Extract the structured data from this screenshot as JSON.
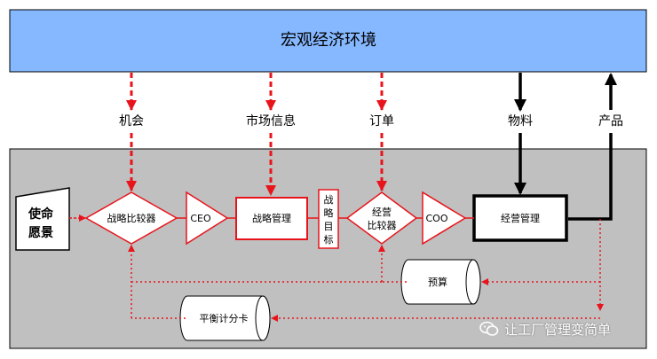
{
  "diagram": {
    "env_title": "宏观经济环境",
    "inputs": {
      "opportunity": "机会",
      "market_info": "市场信息",
      "orders": "订单",
      "materials": "物料",
      "products": "产品"
    },
    "nodes": {
      "mission_line1": "使命",
      "mission_line2": "愿景",
      "strategy_comparator": "战略比较器",
      "ceo": "CEO",
      "strategy_management": "战略管理",
      "strategy_goal": [
        "战",
        "略",
        "目",
        "标"
      ],
      "operation_comparator_line1": "经营",
      "operation_comparator_line2": "比较器",
      "coo": "COO",
      "operation_management": "经营管理",
      "budget": "预算",
      "balanced_scorecard": "平衡计分卡"
    },
    "colors": {
      "env_fill": "#85b8ff",
      "system_fill": "#c0c0c0",
      "node_fill": "#ffffff",
      "signal_red": "#e8141b",
      "line_black": "#000000"
    }
  },
  "watermark": {
    "text": "让工厂管理变简单",
    "icon": "wechat-icon"
  }
}
